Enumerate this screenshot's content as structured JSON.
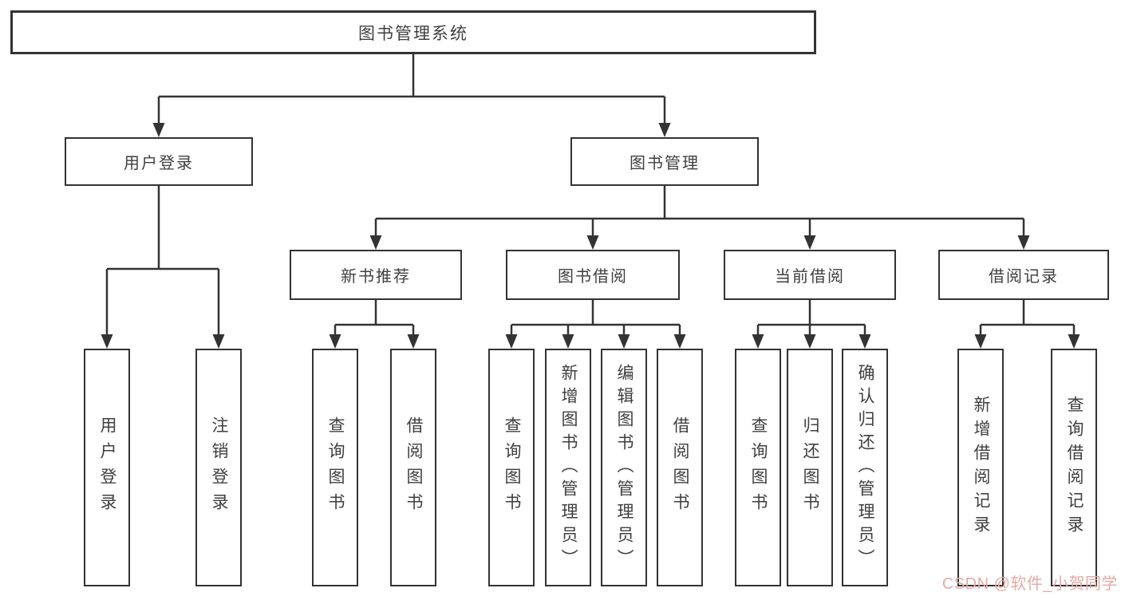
{
  "diagram": {
    "title": "图书管理系统",
    "root": {
      "label": "图书管理系统"
    },
    "branches": [
      {
        "label": "用户登录",
        "children": [
          {
            "label": "用户登录"
          },
          {
            "label": "注销登录"
          }
        ]
      },
      {
        "label": "图书管理",
        "children": [
          {
            "label": "新书推荐",
            "children": [
              {
                "label": "查询图书"
              },
              {
                "label": "借阅图书"
              }
            ]
          },
          {
            "label": "图书借阅",
            "children": [
              {
                "label": "查询图书"
              },
              {
                "label": "新增图书（管理员）"
              },
              {
                "label": "编辑图书（管理员）"
              },
              {
                "label": "借阅图书"
              }
            ]
          },
          {
            "label": "当前借阅",
            "children": [
              {
                "label": "查询图书"
              },
              {
                "label": "归还图书"
              },
              {
                "label": "确认归还（管理员）"
              }
            ]
          },
          {
            "label": "借阅记录",
            "children": [
              {
                "label": "新增借阅记录"
              },
              {
                "label": "查询借阅记录"
              }
            ]
          }
        ]
      }
    ]
  },
  "watermark": {
    "text": "CSDN @软件_小贺同学"
  },
  "colors": {
    "line": "#333333",
    "box_border": "#333333",
    "text": "#3f3f3f",
    "background": "#ffffff",
    "watermark": "#e6a9a4"
  }
}
